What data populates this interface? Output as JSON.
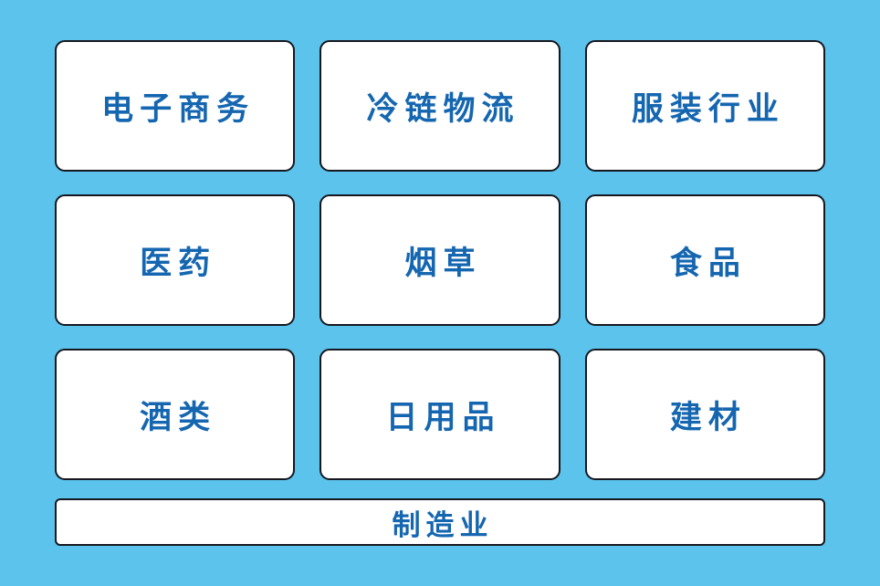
{
  "colors": {
    "background": "#5cc3ec",
    "card_background": "#ffffff",
    "card_border": "#17171f",
    "label_text": "#1566b0"
  },
  "grid_items": [
    {
      "label": "电子商务"
    },
    {
      "label": "冷链物流"
    },
    {
      "label": "服装行业"
    },
    {
      "label": "医药"
    },
    {
      "label": "烟草"
    },
    {
      "label": "食品"
    },
    {
      "label": "酒类"
    },
    {
      "label": "日用品"
    },
    {
      "label": "建材"
    }
  ],
  "bottom_bar": {
    "label": "制造业"
  }
}
